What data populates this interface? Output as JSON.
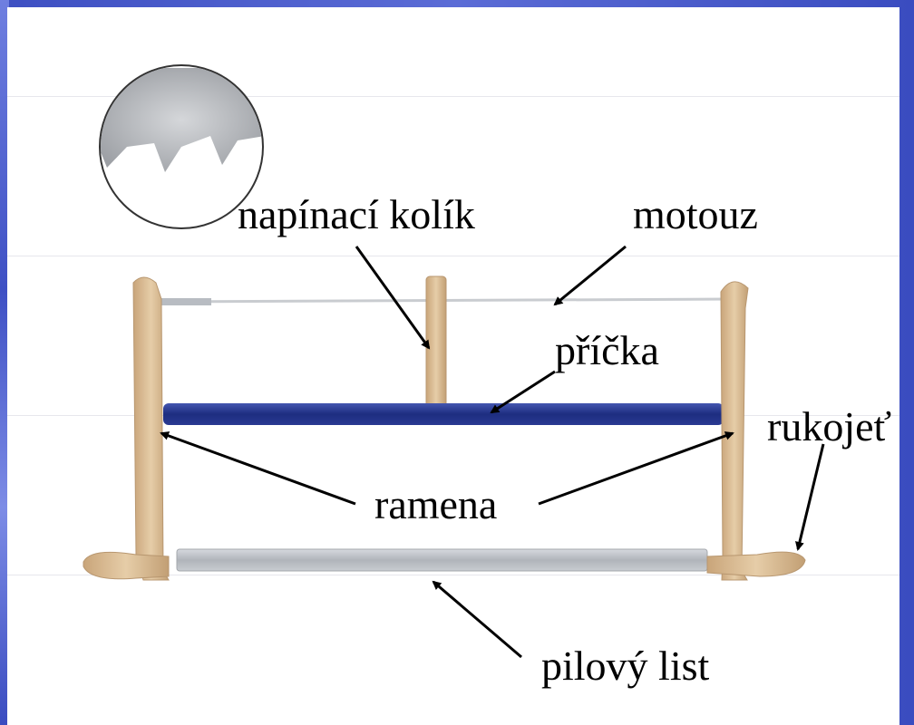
{
  "labels": {
    "tensioning_pin": "napínací kolík",
    "cord": "motouz",
    "crossbar": "příčka",
    "handle": "rukojeť",
    "arms": "ramena",
    "saw_blade": "pilový list"
  },
  "colors": {
    "background": "#3d4fc2",
    "crossbar": "#1f2f82",
    "wood": "#d9bc94",
    "blade": "#b8bcc2"
  }
}
